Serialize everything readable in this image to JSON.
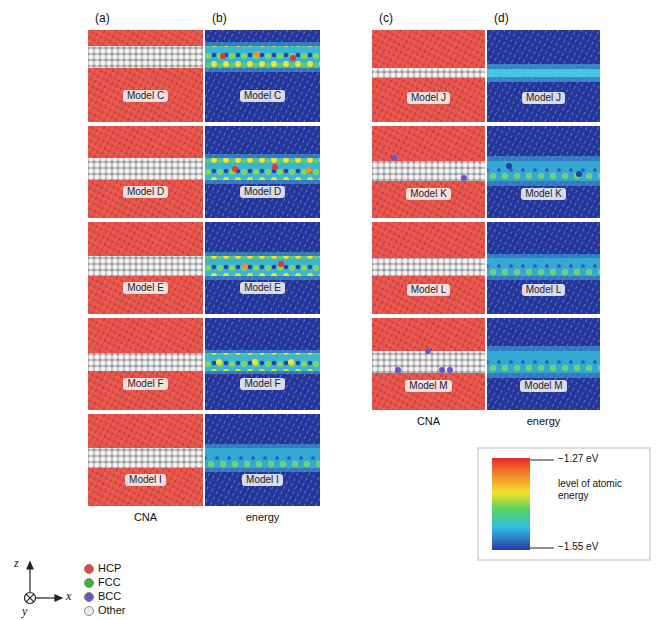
{
  "diagram": {
    "labels": [
      "(a)",
      "(b)",
      "(c)",
      "(d)",
      "Model C",
      "Model D",
      "Model E",
      "Model F",
      "Model I",
      "Model C",
      "Model D",
      "Model E",
      "Model F",
      "Model I",
      "Model J",
      "Model K",
      "Model L",
      "Model M",
      "Model J",
      "Model K",
      "Model L",
      "Model M",
      "CNA",
      "energy",
      "CNA",
      "energy",
      "z",
      "x",
      "y",
      "−1.27 eV",
      "level of atomic energy",
      "−1.55 eV"
    ],
    "legend": [
      {
        "text": "HCP",
        "color": "#e8453c"
      },
      {
        "text": "FCC",
        "color": "#40b040"
      },
      {
        "text": "BCC",
        "color": "#6656c8"
      },
      {
        "text": "Other",
        "color": "#ececec"
      }
    ]
  }
}
